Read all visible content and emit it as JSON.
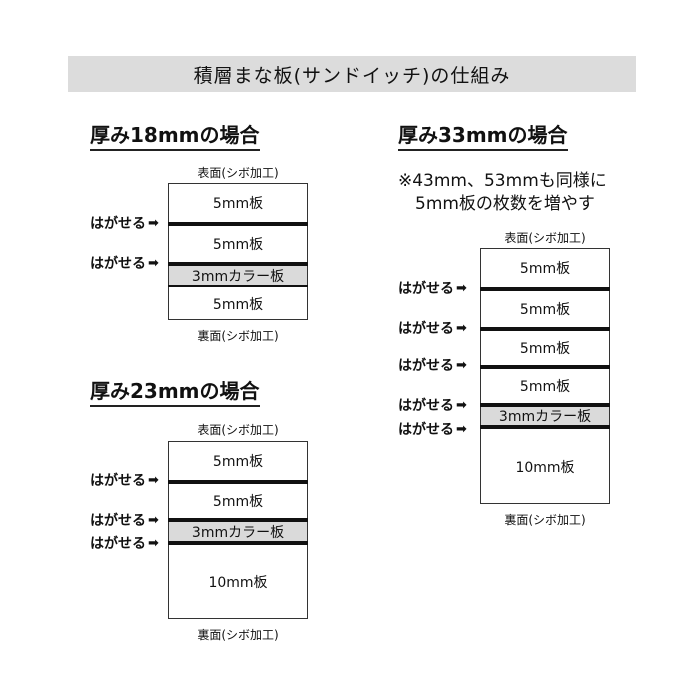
{
  "title": "積層まな板(サンドイッチ)の仕組み",
  "labels": {
    "front": "表面(シボ加工)",
    "back": "裏面(シボ加工)",
    "peel": "はがせる",
    "arrow_icon": "right-arrow"
  },
  "layers": {
    "board5": "5mm板",
    "color3": "3mmカラー板",
    "board10": "10mm板"
  },
  "sections": {
    "t18": {
      "heading": "厚み18mmの場合"
    },
    "t23": {
      "heading": "厚み23mmの場合"
    },
    "t33": {
      "heading": "厚み33mmの場合",
      "note_line1": "※43mm、53mmも同様に",
      "note_line2": "5mm板の枚数を増やす"
    }
  },
  "colors": {
    "banner_bg": "#dcdcdc",
    "color_layer_bg": "#dadada",
    "divider": "#111111"
  }
}
